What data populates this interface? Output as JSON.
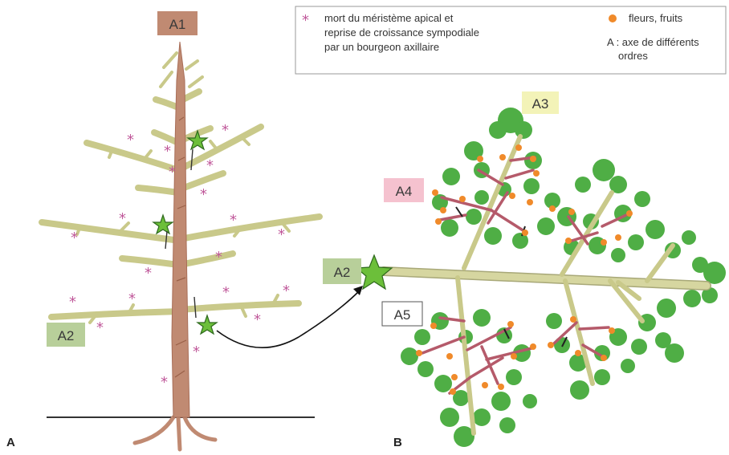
{
  "legend": {
    "star_symbol": "*",
    "star_line1": "mort du méristème apical et",
    "star_line2": "reprise de croissance sympodiale",
    "star_line3": "par un bourgeon axillaire",
    "dot_line": "fleurs, fruits",
    "axis_line1": "A : axe de différents",
    "axis_line2": "ordres"
  },
  "labels": {
    "a1": "A1",
    "a2_left": "A2",
    "a2_right": "A2",
    "a3": "A3",
    "a4": "A4",
    "a5": "A5",
    "panel_a": "A",
    "panel_b": "B"
  },
  "colors": {
    "trunk": "#c08a72",
    "branch": "#c9c98a",
    "a4_axis": "#b55a6a",
    "leaf": "#4fae45",
    "fruit": "#f08a2a",
    "star_mark": "#c0589a",
    "a1_box": "#c08a72",
    "a2_box": "#b8cf9a",
    "a3_box": "#f3f3b8",
    "a4_box": "#f5c2cf"
  }
}
